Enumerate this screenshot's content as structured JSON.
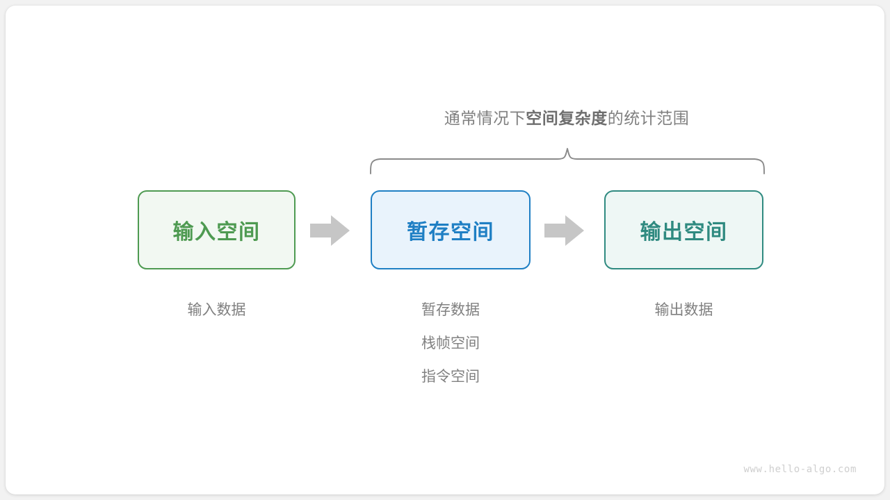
{
  "canvas": {
    "background": "#f2f2f2",
    "card_background": "#ffffff"
  },
  "annotation": {
    "scope_label_prefix": "通常情况下",
    "scope_label_emphasis": "空间复杂度",
    "scope_label_suffix": "的统计范围",
    "brace_color": "#8a8a8a",
    "brace_spans": [
      "buffer",
      "output"
    ]
  },
  "flow": {
    "boxes": [
      {
        "id": "input",
        "title": "输入空间",
        "border_color": "#4e9a51",
        "fill_color": "#f2f8f2",
        "text_color": "#4e9a51",
        "captions": [
          "输入数据"
        ]
      },
      {
        "id": "buffer",
        "title": "暂存空间",
        "border_color": "#1f7fc4",
        "fill_color": "#e9f3fc",
        "text_color": "#1f7fc4",
        "captions": [
          "暂存数据",
          "栈帧空间",
          "指令空间"
        ]
      },
      {
        "id": "output",
        "title": "输出空间",
        "border_color": "#2f8a80",
        "fill_color": "#eef7f5",
        "text_color": "#2f8a80",
        "captions": [
          "输出数据"
        ]
      }
    ],
    "arrows": [
      {
        "id": "input-to-buffer",
        "icon": "right-arrow-icon",
        "color": "#c6c6c6"
      },
      {
        "id": "buffer-to-output",
        "icon": "right-arrow-icon",
        "color": "#c6c6c6"
      }
    ]
  },
  "footer": {
    "watermark": "www.hello-algo.com",
    "color": "#cfcfcf"
  }
}
